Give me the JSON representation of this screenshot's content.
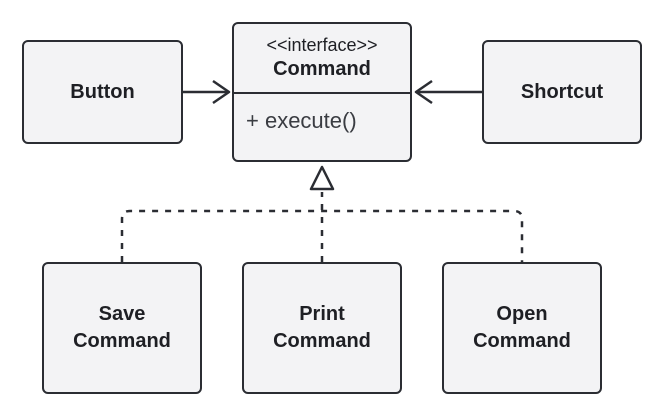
{
  "diagram": {
    "interface": {
      "stereotype": "<<interface>>",
      "name": "Command",
      "method": "+ execute()"
    },
    "invokers": {
      "left": "Button",
      "right": "Shortcut"
    },
    "implementations": [
      {
        "line1": "Save",
        "line2": "Command"
      },
      {
        "line1": "Print",
        "line2": "Command"
      },
      {
        "line1": "Open",
        "line2": "Command"
      }
    ],
    "colors": {
      "box_fill": "#f3f3f5",
      "stroke": "#2b2d33",
      "text": "#1e1f24"
    }
  }
}
